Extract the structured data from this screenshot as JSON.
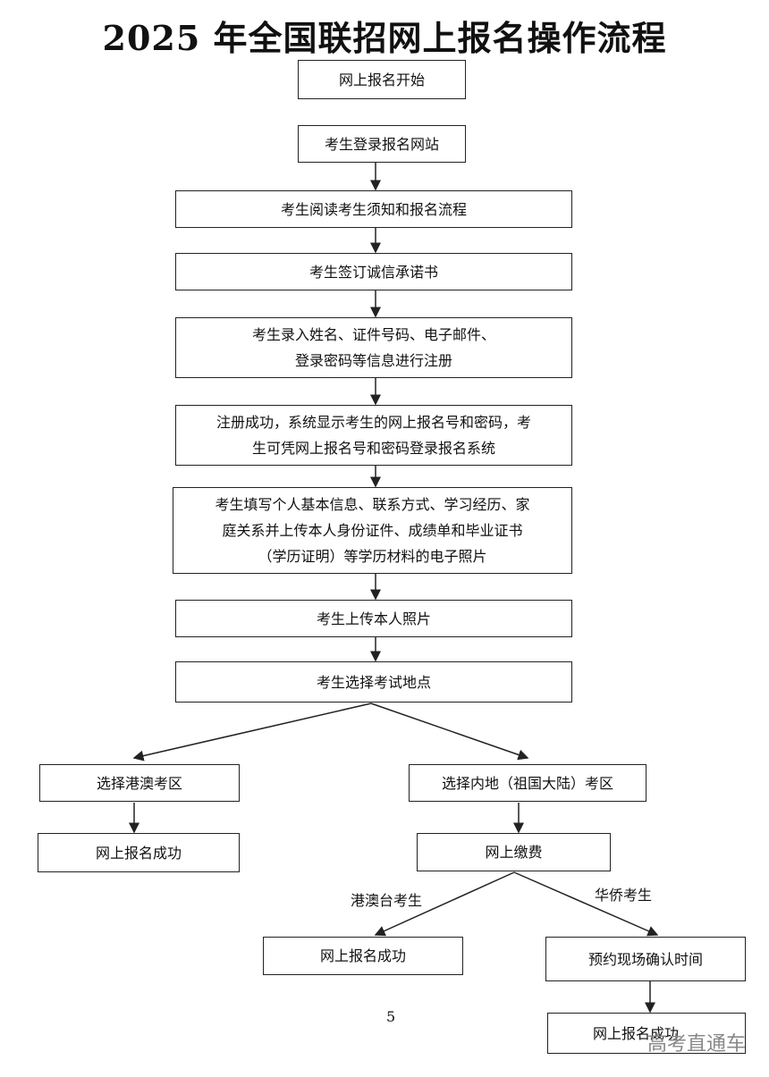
{
  "title": "2025 年全国联招网上报名操作流程",
  "steps": [
    "网上报名开始",
    "考生登录报名网站",
    "考生阅读考生须知和报名流程",
    "考生签订诚信承诺书",
    "考生录入姓名、证件号码、电子邮件、\n登录密码等信息进行注册",
    "注册成功，系统显示考生的网上报名号和密码，考\n生可凭网上报名号和密码登录报名系统",
    "考生填写个人基本信息、联系方式、学习经历、家\n庭关系并上传本人身份证件、成绩单和毕业证书\n（学历证明）等学历材料的电子照片",
    "考生上传本人照片",
    "考生选择考试地点"
  ],
  "left_branch": [
    "选择港澳考区",
    "网上报名成功"
  ],
  "right_branch": [
    "选择内地（祖国大陆）考区",
    "网上缴费"
  ],
  "sub_branches": {
    "hmt_label": "港澳台考生",
    "hmt_result": "网上报名成功",
    "overseas_label": "华侨考生",
    "overseas_step": "预约现场确认时间",
    "overseas_result": "网上报名成功"
  },
  "page_number": "5",
  "watermark": "高考直通车"
}
